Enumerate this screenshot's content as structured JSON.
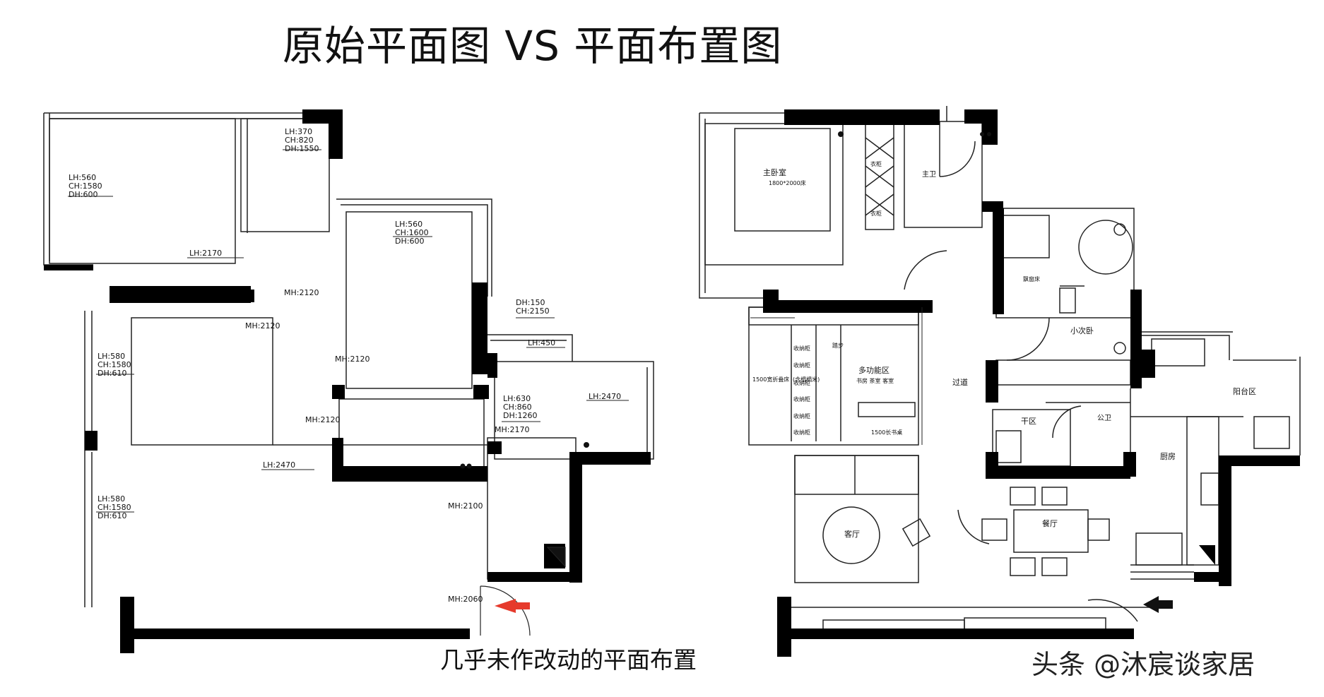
{
  "title": "原始平面图 VS 平面布置图",
  "caption": "几乎未作改动的平面布置",
  "watermark": "头条 @沐宸谈家居",
  "original_plan": {
    "window_labels": [
      [
        "LH:560",
        "CH:1580",
        "DH:600"
      ],
      [
        "LH:370",
        "CH:820",
        "DH:1550"
      ],
      [
        "LH:560",
        "CH:1600",
        "DH:600"
      ],
      [
        "LH:580",
        "CH:1580",
        "DH:610"
      ],
      [
        "LH:580",
        "CH:1580",
        "DH:610"
      ],
      [
        "DH:150",
        "CH:2150"
      ],
      [
        "LH:630",
        "CH:860",
        "DH:1260"
      ]
    ],
    "dimension_labels": [
      "LH:2170",
      "MH:2120",
      "MH:2120",
      "MH:2120",
      "MH:2120",
      "LH:450",
      "LH:2470",
      "MH:2170",
      "LH:2470",
      "MH:2100",
      "MH:2060"
    ]
  },
  "layout_plan": {
    "rooms": {
      "master_bedroom": "主卧室",
      "bed_size": "1800*2000床",
      "master_bath": "主卫",
      "multi_function": "多功能区",
      "multi_function_note": "书房 茶室 客室",
      "closet1": "衣柜",
      "closet2": "衣柜",
      "storage_labels": [
        "收纳柜",
        "收纳柜",
        "收纳柜",
        "收纳柜",
        "收纳柜",
        "收纳柜"
      ],
      "sofa_bed": "1500宽折叠床",
      "sofa_bed_note": "(含榻榻米)",
      "storage_bench": "踏步",
      "desk": "1500长书桌",
      "corridor": "过道",
      "dry_area": "干区",
      "public_bath": "公卫",
      "small_bedroom": "小次卧",
      "bay_window": "飘窗床",
      "laundry": "阳台区",
      "kitchen": "厨房",
      "living_room": "客厅",
      "dining_room": "餐厅"
    }
  }
}
